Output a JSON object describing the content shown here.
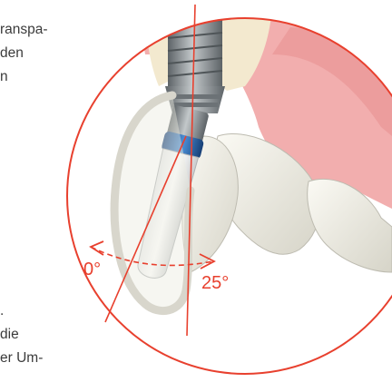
{
  "text_top": [
    "ranspa-",
    "den",
    "n"
  ],
  "text_bottom": [
    ".",
    "die",
    "er Um-"
  ],
  "angles": {
    "left": "0°",
    "right": "25°"
  },
  "colors": {
    "accent": "#e8402e",
    "gum": "#f2aeae",
    "bone": "#f3e9cf",
    "implant_metal": "#8f9699",
    "abutment_blue": "#2f6fb6",
    "crown": "#ecebe3"
  },
  "icons": [
    "dental-implant-illustration",
    "magnifier-circle"
  ]
}
